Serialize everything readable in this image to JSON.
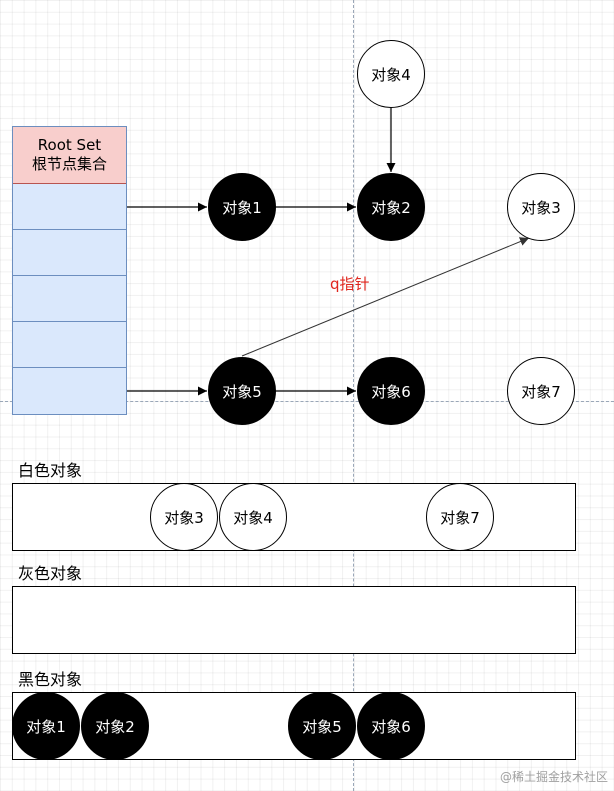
{
  "root_set": {
    "title": "Root Set",
    "subtitle": "根节点集合",
    "slot_count": 5
  },
  "graph": {
    "nodes": {
      "obj1": "对象1",
      "obj2": "对象2",
      "obj3": "对象3",
      "obj4": "对象4",
      "obj5": "对象5",
      "obj6": "对象6",
      "obj7": "对象7"
    },
    "node_colors": {
      "black": [
        "对象1",
        "对象2",
        "对象5",
        "对象6"
      ],
      "white": [
        "对象3",
        "对象4",
        "对象7"
      ]
    },
    "edges": [
      {
        "from": "Root Set",
        "to": "对象1"
      },
      {
        "from": "Root Set",
        "to": "对象5"
      },
      {
        "from": "对象1",
        "to": "对象2"
      },
      {
        "from": "对象4",
        "to": "对象2"
      },
      {
        "from": "对象5",
        "to": "对象6"
      },
      {
        "from": "对象5",
        "to": "对象3",
        "label": "q指针"
      }
    ],
    "edge_label": "q指针"
  },
  "sets": {
    "white": {
      "label": "白色对象",
      "items": [
        "对象3",
        "对象4",
        "对象7"
      ]
    },
    "gray": {
      "label": "灰色对象",
      "items": []
    },
    "black": {
      "label": "黑色对象",
      "items": [
        "对象1",
        "对象2",
        "对象5",
        "对象6"
      ]
    }
  },
  "colors": {
    "root_header_fill": "#f8cecc",
    "root_header_stroke": "#b85450",
    "root_slot_fill": "#dae8fc",
    "root_slot_stroke": "#6c8ebf",
    "edge_label": "#e0261e"
  },
  "watermark": "@稀土掘金技术社区"
}
